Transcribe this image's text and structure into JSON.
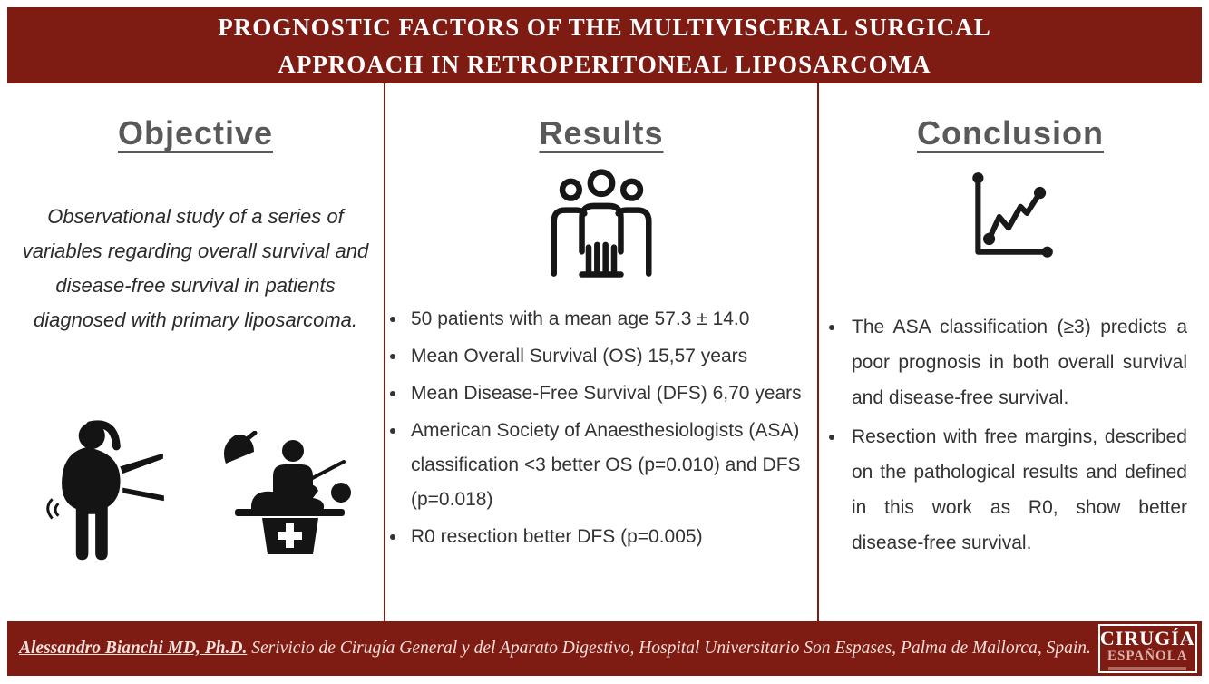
{
  "header": {
    "title_line1": "PROGNOSTIC FACTORS OF THE MULTIVISCERAL SURGICAL",
    "title_line2": "APPROACH IN RETROPERITONEAL LIPOSARCOMA"
  },
  "objective": {
    "heading": "Objective",
    "paragraph": "Observational study of a series of variables regarding overall survival and disease-free survival in patients diagnosed with primary liposarcoma.",
    "icons": [
      "abdominal-pain-person-icon",
      "surgery-operation-icon"
    ]
  },
  "results": {
    "heading": "Results",
    "icon": "patient-group-icon",
    "bullets": [
      "50 patients with a mean age 57.3 ± 14.0",
      "Mean Overall Survival (OS) 15,57 years",
      "Mean Disease-Free Survival (DFS) 6,70 years",
      "American Society of Anaesthesiologists (ASA) classification <3  better OS (p=0.010) and DFS (p=0.018)",
      "R0 resection better DFS (p=0.005)"
    ]
  },
  "conclusion": {
    "heading": "Conclusion",
    "icon": "line-chart-icon",
    "bullets": [
      "The ASA classification (≥3) predicts a poor prognosis in both overall survival and disease-free survival.",
      "Resection with free margins, described on the pathological results and defined in this work as R0, show better disease-free survival."
    ]
  },
  "footer": {
    "author": "Alessandro Bianchi MD, Ph.D.",
    "affiliation": " Serivicio de Cirugía General y del Aparato Digestivo, Hospital Universitario Son Espases, Palma de Mallorca, Spain.",
    "logo": {
      "line1": "CIRUGÍA",
      "line2": "ESPAÑOLA"
    }
  },
  "colors": {
    "maroon": "#7e1b12",
    "heading_gray": "#595959",
    "body_text": "#333333"
  }
}
